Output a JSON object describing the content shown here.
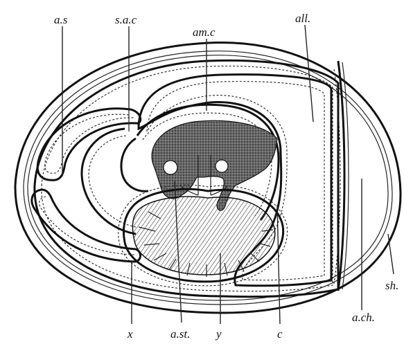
{
  "labels": {
    "as": "a.s",
    "sac": "s.a.c",
    "amc": "am.c",
    "all": "all.",
    "sh": "sh.",
    "ach": "a.ch.",
    "c": "c",
    "y": "y",
    "ast": "a.st.",
    "x": "x"
  },
  "colors": {
    "ink": "#111111",
    "embryo_fill": "#555555",
    "yolk_hatch": "#444444",
    "background": "#ffffff"
  }
}
